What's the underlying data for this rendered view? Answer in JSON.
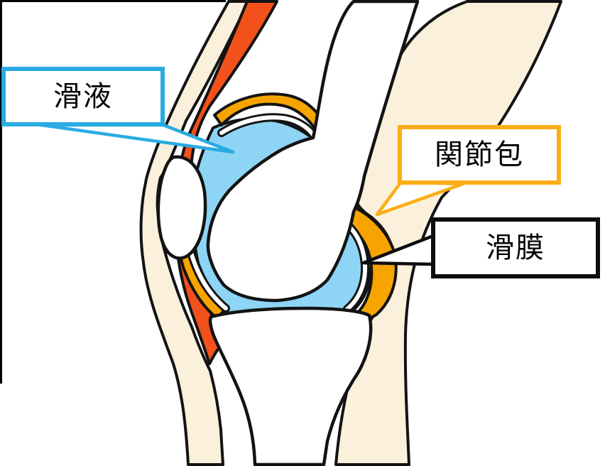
{
  "figure": {
    "type": "anatomical-diagram",
    "subject": "knee joint sagittal cross-section"
  },
  "labels": {
    "synovial_fluid": {
      "text": "滑液",
      "border_color": "#29ABE2"
    },
    "joint_capsule": {
      "text": "関節包",
      "border_color": "#FBAE17"
    },
    "synovial_membrane": {
      "text": "滑膜",
      "border_color": "#0E0E0E"
    }
  },
  "colors": {
    "background": "#FFFFFF",
    "outline": "#131313",
    "skin": "#FAF0DB",
    "tendon_red": "#F2511B",
    "capsule_orange": "#F7A400",
    "fluid_blue": "#8DD4F5",
    "bone_white": "#FFFFFF",
    "membrane_white": "#FFFFFF",
    "frame_black": "#000000",
    "callout_blue": "#29ABE2",
    "callout_orange": "#FBAE17",
    "callout_black": "#0E0E0E"
  }
}
